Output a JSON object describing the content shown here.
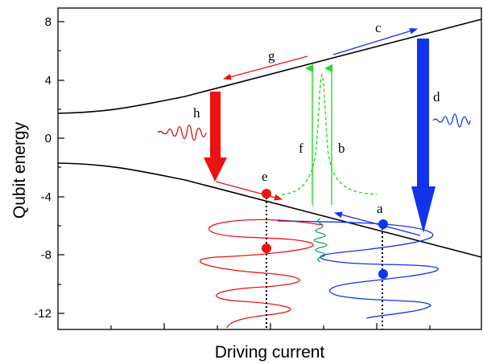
{
  "axes": {
    "xlabel": "Driving current",
    "ylabel": "Qubit energy",
    "ylim": [
      -13,
      9
    ],
    "yticks": [
      "8",
      "4",
      "0",
      "-4",
      "-8",
      "-12"
    ]
  },
  "annotations": {
    "a": "a",
    "b": "b",
    "c": "c",
    "d": "d",
    "e": "e",
    "f": "f",
    "g": "g",
    "h": "h"
  },
  "colors": {
    "red": "#ee1111",
    "blue": "#1133ee",
    "green": "#22dd22",
    "teal": "#119977",
    "black": "#000000"
  }
}
